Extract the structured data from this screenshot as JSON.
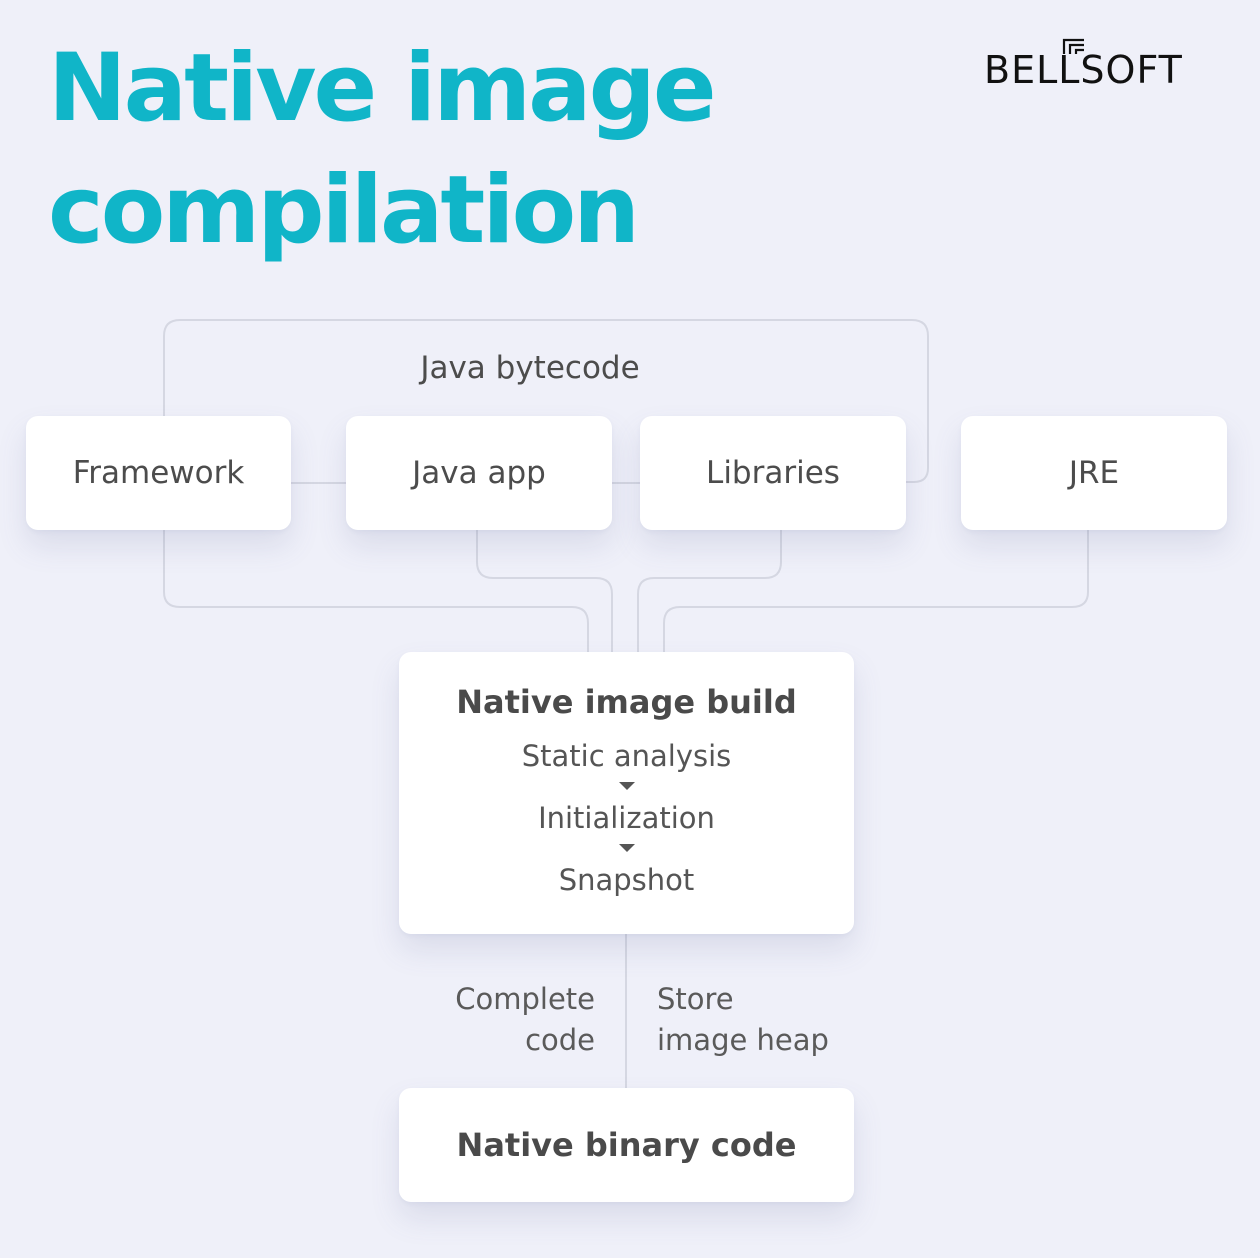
{
  "title": {
    "line1": "Native image",
    "line2": "compilation"
  },
  "logo": {
    "text": "BELLSOFT",
    "brand_color": "#111111"
  },
  "colors": {
    "accent": "#10b5c8",
    "background": "#eff0f9",
    "connector": "#d5d7e2",
    "node_fill": "#ffffff",
    "text": "#4c4c4c"
  },
  "group": {
    "label": "Java bytecode"
  },
  "inputs": [
    {
      "label": "Framework"
    },
    {
      "label": "Java app"
    },
    {
      "label": "Libraries"
    },
    {
      "label": "JRE"
    }
  ],
  "build": {
    "title": "Native image build",
    "steps": [
      "Static analysis",
      "Initialization",
      "Snapshot"
    ]
  },
  "edge_labels": {
    "left": [
      "Complete",
      "code"
    ],
    "right": [
      "Store",
      "image heap"
    ]
  },
  "output": {
    "label": "Native binary code"
  }
}
